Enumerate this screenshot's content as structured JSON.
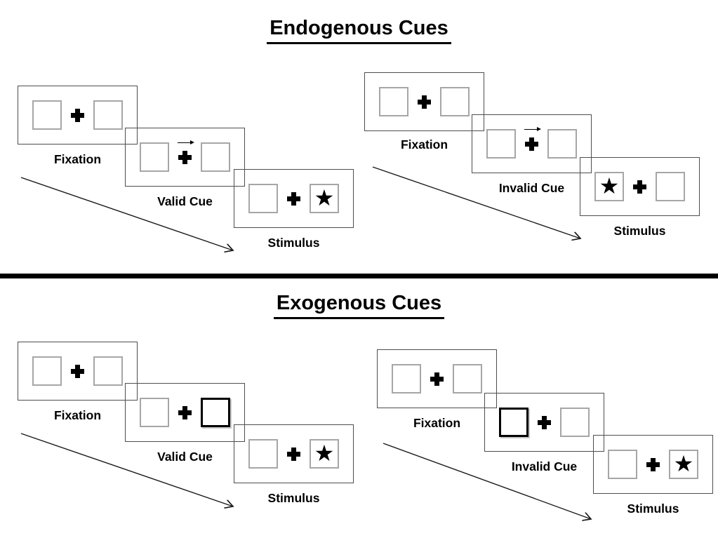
{
  "endogenous": {
    "title": "Endogenous Cues",
    "valid_trial": {
      "fixation_label": "Fixation",
      "cue_label": "Valid Cue",
      "stimulus_label": "Stimulus",
      "cue_type": "central-arrow",
      "cue_direction": "right",
      "target_side": "right"
    },
    "invalid_trial": {
      "fixation_label": "Fixation",
      "cue_label": "Invalid Cue",
      "stimulus_label": "Stimulus",
      "cue_type": "central-arrow",
      "cue_direction": "right",
      "target_side": "left"
    }
  },
  "exogenous": {
    "title": "Exogenous Cues",
    "valid_trial": {
      "fixation_label": "Fixation",
      "cue_label": "Valid Cue",
      "stimulus_label": "Stimulus",
      "cue_type": "peripheral-box-highlight",
      "cued_side": "right",
      "target_side": "right"
    },
    "invalid_trial": {
      "fixation_label": "Fixation",
      "cue_label": "Invalid Cue",
      "stimulus_label": "Stimulus",
      "cue_type": "peripheral-box-highlight",
      "cued_side": "left",
      "target_side": "right"
    }
  },
  "symbols": {
    "fixation_cross": "+",
    "target_star": "★",
    "cue_arrow": "→"
  },
  "colors": {
    "background": "#ffffff",
    "ink": "#000000",
    "frame_border": "#4d4d4d",
    "placeholder_border": "#a6a6a6",
    "highlight_border": "#000000"
  }
}
